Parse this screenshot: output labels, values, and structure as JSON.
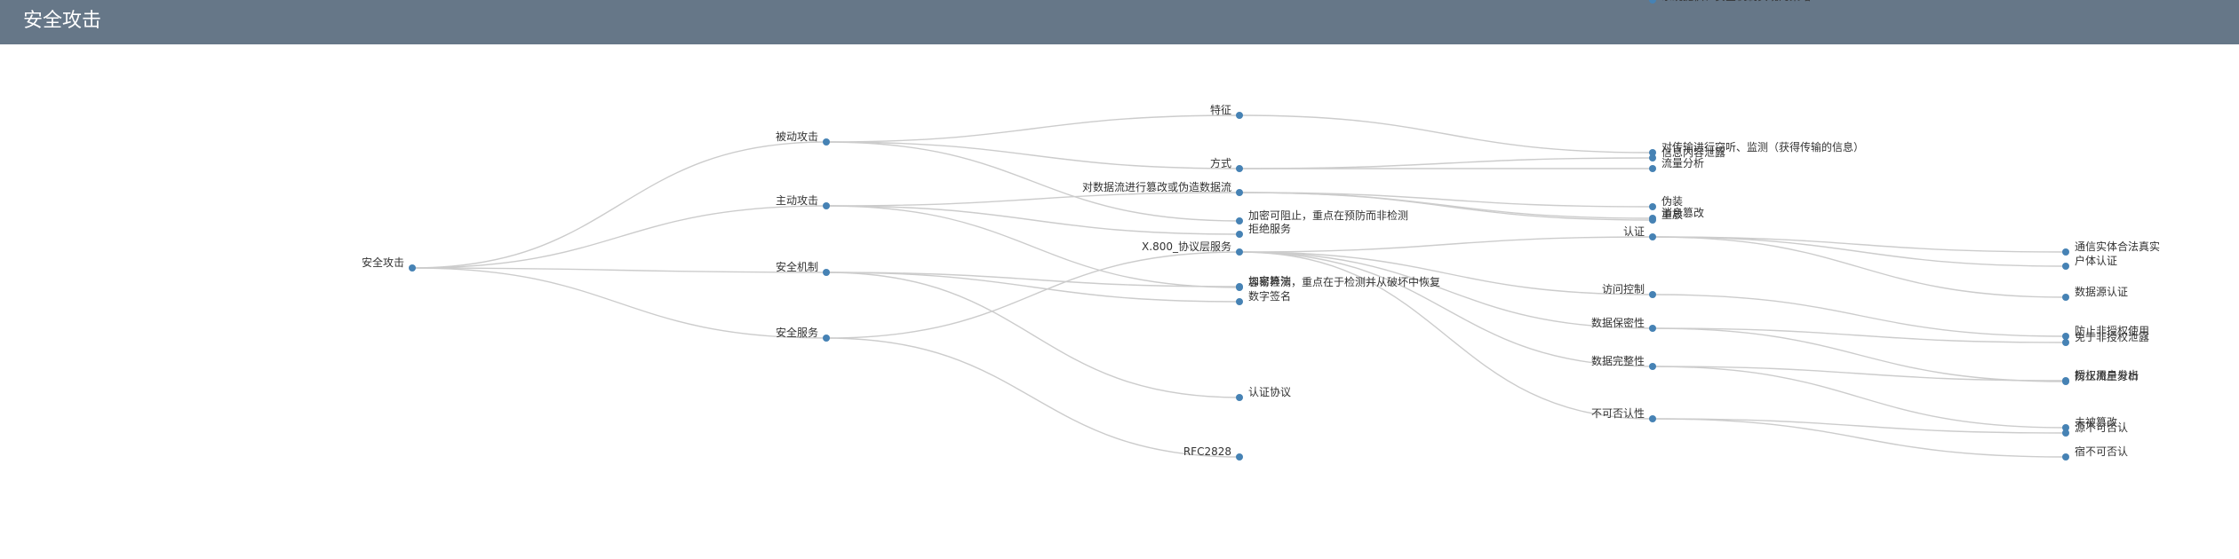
{
  "header": {
    "title": "安全攻击"
  },
  "colors": {
    "header_bg": "#667788",
    "link": "#cccccc",
    "node": "#4682b4",
    "text": "#333333"
  },
  "tree": {
    "name": "安全攻击",
    "children": [
      {
        "name": "被动攻击",
        "children": [
          {
            "name": "特征",
            "children": [
              {
                "name": "对传输进行窃听、监测（获得传输的信息）"
              }
            ]
          },
          {
            "name": "方式",
            "children": [
              {
                "name": "信息内容泄露"
              },
              {
                "name": "流量分析"
              }
            ]
          },
          {
            "name": "加密可阻止，重点在预防而非检测"
          }
        ]
      },
      {
        "name": "主动攻击",
        "children": [
          {
            "name": "对数据流进行篡改或伪造数据流",
            "children": [
              {
                "name": "伪装"
              },
              {
                "name": "重放"
              },
              {
                "name": "消息篡改"
              }
            ]
          },
          {
            "name": "拒绝服务"
          },
          {
            "name": "容易检测，重点在于检测并从破坏中恢复"
          }
        ]
      },
      {
        "name": "安全机制",
        "children": [
          {
            "name": "加密算法"
          },
          {
            "name": "数字签名"
          },
          {
            "name": "认证协议"
          }
        ]
      },
      {
        "name": "安全服务",
        "children": [
          {
            "name": "X.800_协议层服务",
            "children": [
              {
                "name": "认证",
                "children": [
                  {
                    "name": "通信实体合法真实"
                  },
                  {
                    "name": "户体认证"
                  },
                  {
                    "name": "数据源认证"
                  }
                ]
              },
              {
                "name": "访问控制",
                "children": [
                  {
                    "name": "防止非授权使用"
                  }
                ]
              },
              {
                "name": "数据保密性",
                "children": [
                  {
                    "name": "免于非授权泄露"
                  },
                  {
                    "name": "防止流量分析"
                  }
                ]
              },
              {
                "name": "数据完整性",
                "children": [
                  {
                    "name": "授权用户发出"
                  },
                  {
                    "name": "未被篡改"
                  }
                ]
              },
              {
                "name": "不可否认性",
                "children": [
                  {
                    "name": "源不可否认"
                  },
                  {
                    "name": "宿不可否认"
                  }
                ]
              }
            ]
          },
          {
            "name": "RFC2828",
            "children": [
              {
                "name": "系统提供、安全机制实现的策略"
              }
            ]
          }
        ]
      }
    ]
  }
}
